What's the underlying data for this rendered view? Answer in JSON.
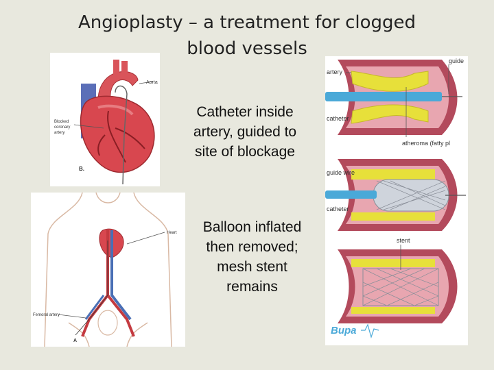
{
  "slide": {
    "title_line1": "Angioplasty – a treatment for clogged",
    "title_line2": "blood vessels",
    "caption1": [
      "Catheter inside",
      "artery, guided to",
      "site of blockage"
    ],
    "caption2": [
      "Balloon inflated",
      "then removed;",
      "mesh stent",
      "remains"
    ]
  },
  "heart_figure": {
    "aorta_label": "Aorta",
    "blocked_label": [
      "Blocked",
      "coronary",
      "artery"
    ],
    "figure_letter": "B."
  },
  "body_figure": {
    "heart_label": "Heart",
    "femoral_label": "Femoral artery",
    "figure_letter": "A"
  },
  "artery_figure": {
    "artery_label": "artery",
    "guide_label": "guide",
    "catheter_label": "catheter",
    "atheroma_label": "atheroma (fatty pl",
    "guide_wire_label": "guide wire",
    "catheter_label_2": "catheter",
    "stent_label": "stent",
    "brand": "Bupa"
  }
}
